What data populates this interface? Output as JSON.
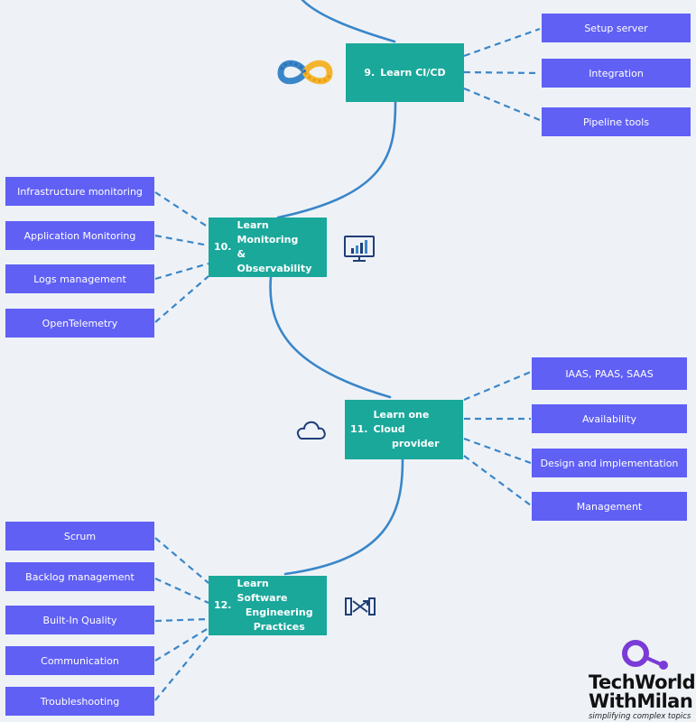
{
  "stages": [
    {
      "number": "9.",
      "lines": [
        "Learn CI/CD"
      ],
      "icon": "devops-infinity-icon",
      "topics": [
        "Setup server",
        "Integration",
        "Pipeline tools"
      ]
    },
    {
      "number": "10.",
      "lines": [
        "Learn Monitoring",
        "& Observability"
      ],
      "icon": "monitor-chart-icon",
      "topics": [
        "Infrastructure monitoring",
        "Application Monitoring",
        "Logs management",
        "OpenTelemetry"
      ]
    },
    {
      "number": "11.",
      "lines": [
        "Learn one Cloud",
        "provider"
      ],
      "icon": "cloud-icon",
      "topics": [
        "IAAS, PAAS, SAAS",
        "Availability",
        "Design and implementation",
        "Management"
      ]
    },
    {
      "number": "12.",
      "lines": [
        "Learn Software",
        "Engineering",
        "Practices"
      ],
      "icon": "shuffle-icon",
      "topics": [
        "Scrum",
        "Backlog management",
        "Built-In Quality",
        "Communication",
        "Troubleshooting"
      ]
    }
  ],
  "brand": {
    "line1": "TechWorld",
    "line2": "WithMilan",
    "tagline": "simplifying complex topics"
  },
  "colors": {
    "background": "#eef2f7",
    "stage": "#1aa89b",
    "topic": "#6060f5",
    "connector": "#3a86c8"
  }
}
